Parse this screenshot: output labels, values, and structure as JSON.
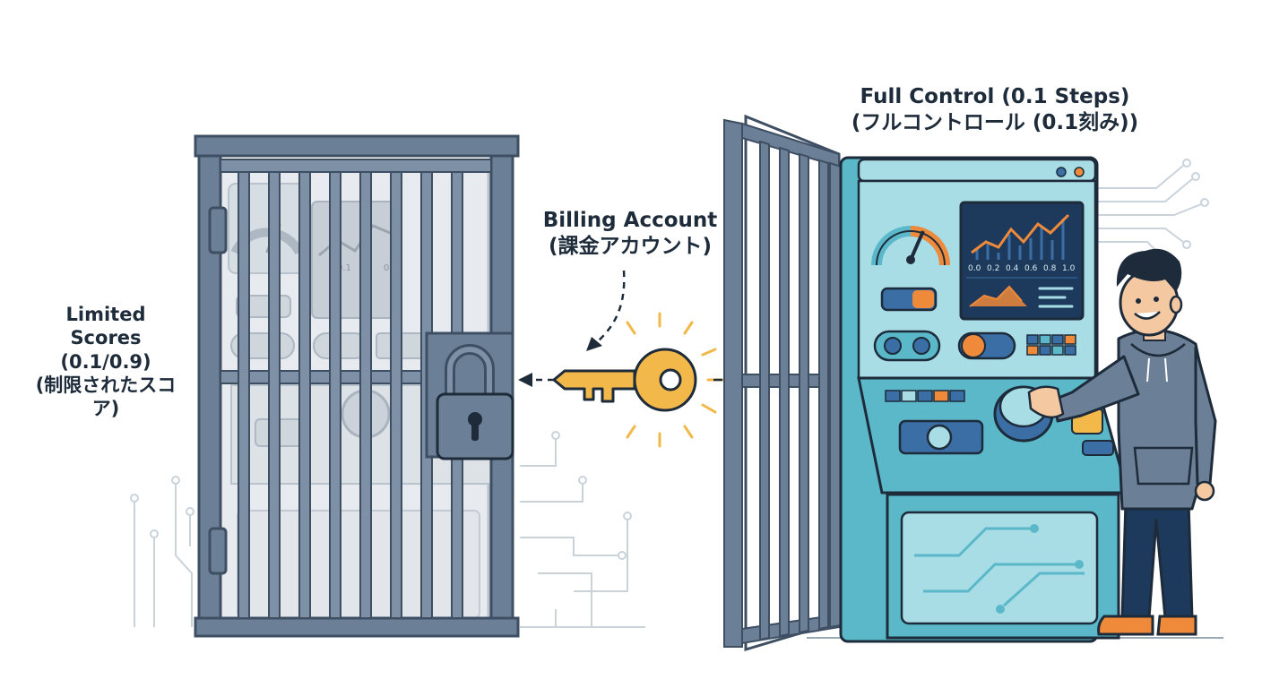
{
  "labels": {
    "limited": {
      "title_line1": "Limited",
      "title_line2": "Scores",
      "range": "(0.1/0.9)",
      "japanese_line1": "(制限されたスコ",
      "japanese_line2": "ア)"
    },
    "billing": {
      "title": "Billing Account",
      "japanese": "(課金アカウント)"
    },
    "full": {
      "title": "Full Control (0.1 Steps)",
      "japanese": "(フルコントロール (0.1刻み))"
    }
  },
  "screens": {
    "locked_ticks": [
      "0.1",
      "0.9"
    ],
    "open_ticks": [
      "0.0",
      "0.2",
      "0.4",
      "0.6",
      "0.8",
      "1.0"
    ]
  },
  "icons": {
    "cage": "caged-control-panel",
    "padlock": "padlock-icon",
    "key": "key-icon",
    "gate": "open-gate",
    "panel": "control-panel",
    "person": "person-icon"
  },
  "colors": {
    "steel": "#6b7f96",
    "steel_dark": "#3e4f63",
    "panel_teal": "#5bb8c9",
    "panel_light": "#a8dde6",
    "key_gold": "#f2b84a",
    "accent_orange": "#ef8a3a",
    "outline": "#1d2b3a"
  }
}
